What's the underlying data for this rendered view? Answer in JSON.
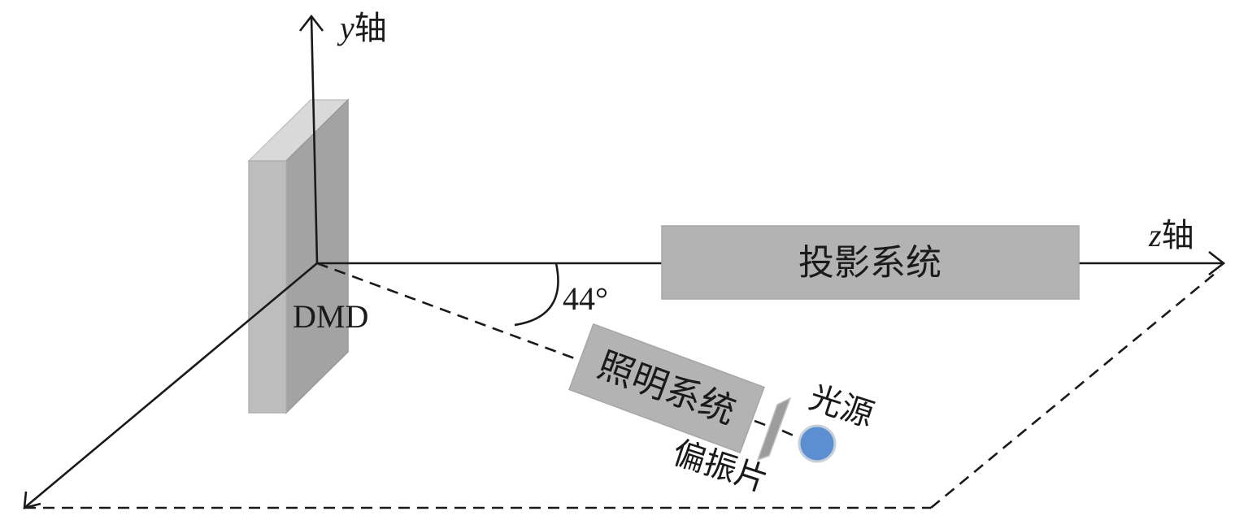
{
  "diagram": {
    "axes": {
      "y_var": "y",
      "y_suffix": "轴",
      "z_var": "z",
      "z_suffix": "轴"
    },
    "components": {
      "dmd": "DMD",
      "projection": "投影系统",
      "illumination": "照明系统",
      "light_source": "光源",
      "polarizer": "偏振片"
    },
    "angle_label": "44°",
    "colors": {
      "block_fill": "#b3b3b3",
      "block_border": "#a6a6a6",
      "dmd_front": "#bdbdbd",
      "dmd_side": "#a3a3a3",
      "dmd_top": "#d9d9d9",
      "polarizer": "#9c9c9c",
      "light_source": "#5b8fd1",
      "light_source_border": "#c7cfd8",
      "line": "#1a1a1a"
    }
  }
}
